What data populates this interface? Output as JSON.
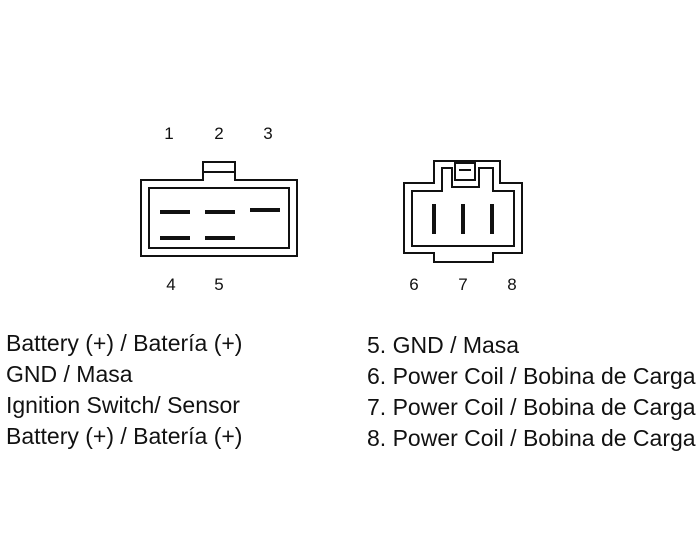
{
  "connector_a": {
    "top_pins": [
      "1",
      "2",
      "3"
    ],
    "bottom_pins": [
      "4",
      "5"
    ]
  },
  "connector_b": {
    "bottom_pins": [
      "6",
      "7",
      "8"
    ]
  },
  "legend_left": [
    "Battery (+) / Batería (+)",
    "GND / Masa",
    "Ignition Switch/ Sensor",
    "Battery (+) / Batería (+)"
  ],
  "legend_right": [
    "5. GND / Masa",
    "6. Power Coil / Bobina de Carga",
    "7. Power Coil / Bobina de Carga",
    "8. Power Coil / Bobina de Carga"
  ],
  "colors": {
    "line": "#111111",
    "background": "#ffffff"
  }
}
